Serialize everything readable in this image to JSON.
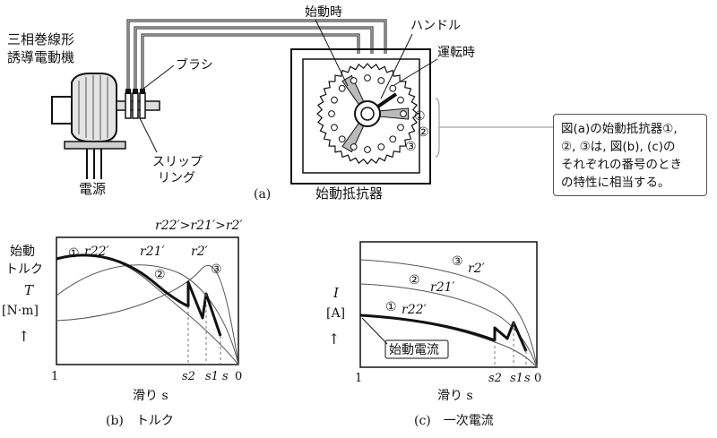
{
  "panel_a": {
    "motor_label_line1": "三相巻線形",
    "motor_label_line2": "誘導電動機",
    "brush_label": "ブラシ",
    "slip_ring_line1": "スリップ",
    "slip_ring_line2": "リング",
    "power_label": "電源",
    "start_pos_label": "始動時",
    "handle_label": "ハンドル",
    "run_pos_label": "運転時",
    "rheostat_label": "始動抵抗器",
    "num1": "①",
    "num2": "②",
    "num3": "③",
    "caption": "(a)"
  },
  "callout": {
    "line1": "図(a)の始動抵抗器①,",
    "line2": "②, ③は, 図(b), (c)の",
    "line3": "それぞれの番号のとき",
    "line4": "の特性に相当する。"
  },
  "panel_b": {
    "relation": "r22′>r21′>r2′",
    "ylabel_line1": "始動",
    "ylabel_line2": "トルク",
    "ylabel_symbol": "T",
    "ylabel_unit": "[N·m]",
    "xlabel": "滑り s",
    "caption": "(b)　トルク",
    "x_left": "1",
    "x_right": "0",
    "s2": "s2",
    "s1": "s1",
    "s": "s",
    "curve1_num": "①",
    "curve1_r": "r22′",
    "curve2_num": "②",
    "curve2_r": "r21′",
    "curve3_num": "③",
    "curve3_r": "r2′"
  },
  "panel_c": {
    "ylabel_symbol": "I",
    "ylabel_unit": "[A]",
    "start_current_label": "始動電流",
    "xlabel": "滑り s",
    "caption": "(c)　一次電流",
    "x_left": "1",
    "x_right": "0",
    "s2": "s2",
    "s1": "s1",
    "s": "s",
    "curve1_num": "①",
    "curve1_r": "r22′",
    "curve2_num": "②",
    "curve2_r": "r21′",
    "curve3_num": "③",
    "curve3_r": "r2′"
  }
}
